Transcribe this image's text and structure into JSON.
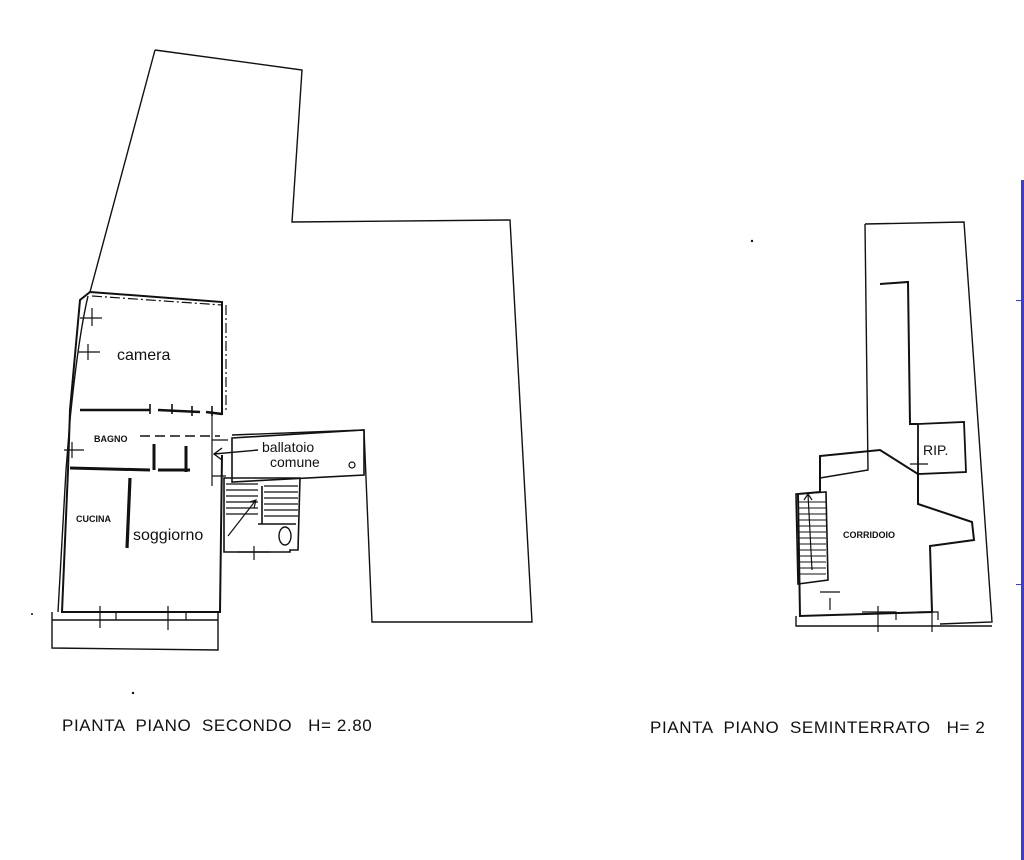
{
  "colors": {
    "line": "#111111",
    "background": "#ffffff",
    "edge_accent": "#3b3bd6"
  },
  "plan_second": {
    "caption": "PIANTA  PIANO  SECONDO   H= 2.80",
    "rooms": {
      "camera": "camera",
      "bagno": "BAGNO",
      "cucina": "CUCINA",
      "soggiorno": "soggiorno",
      "ballatoio": "ballatoio",
      "comune": "comune"
    }
  },
  "plan_basement": {
    "caption": "PIANTA  PIANO  SEMINTERRATO   H= 2",
    "rooms": {
      "rip": "RIP.",
      "corridoio": "CORRIDOIO"
    }
  }
}
